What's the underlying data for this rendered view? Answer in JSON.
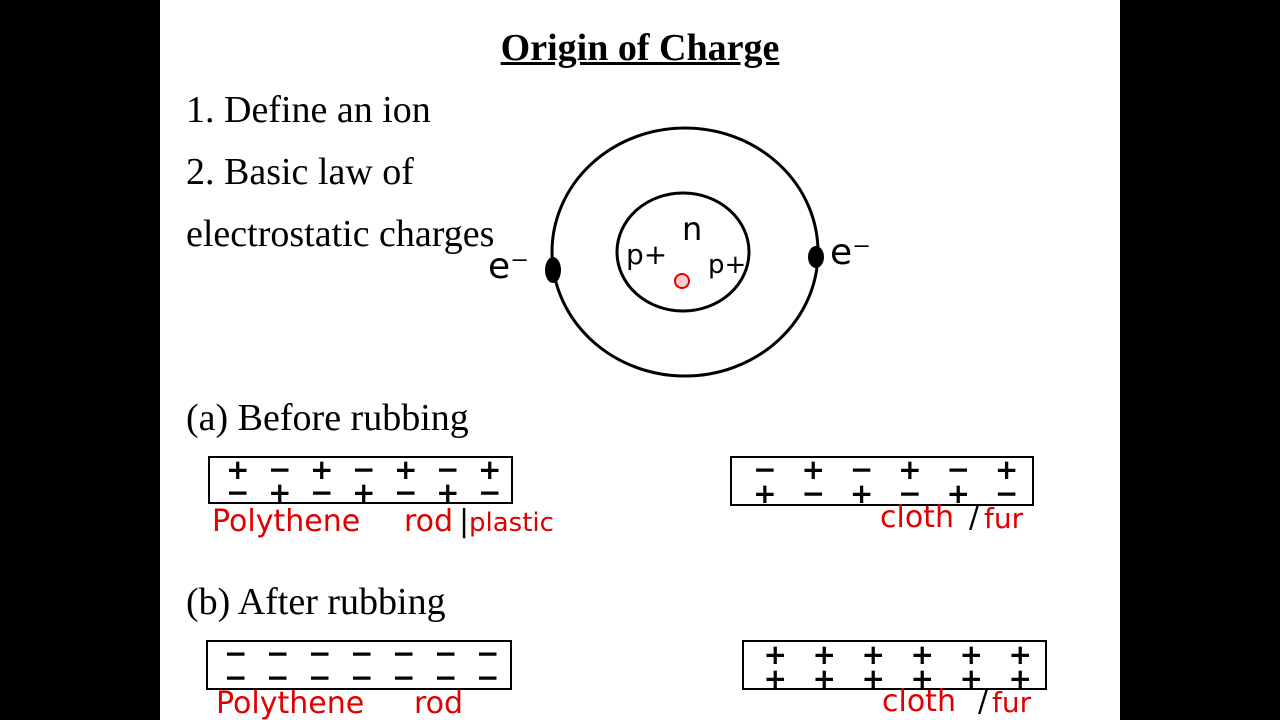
{
  "title": "Origin of Charge",
  "points": {
    "p1": "1. Define an ion",
    "p2": "2. Basic law of",
    "p3": "electrostatic charges"
  },
  "atom": {
    "left_electron": "e⁻",
    "right_electron": "e⁻",
    "neutron": "n",
    "proton_left": "p+",
    "proton_right": "p+"
  },
  "section_a": {
    "heading": "(a) Before rubbing",
    "rod_label": "Polythene",
    "rod_label2": "rod",
    "rod_divider": "|",
    "rod_label3": "plastic",
    "cloth_label": "cloth",
    "cloth_divider": "/",
    "cloth_label2": "fur",
    "rod_row1": [
      "+",
      "−",
      "+",
      "−",
      "+",
      "−",
      "+"
    ],
    "rod_row2": [
      "−",
      "+",
      "−",
      "+",
      "−",
      "+",
      "−"
    ],
    "cloth_row1": [
      "−",
      "+",
      "−",
      "+",
      "−",
      "+"
    ],
    "cloth_row2": [
      "+",
      "−",
      "+",
      "−",
      "+",
      "−"
    ]
  },
  "section_b": {
    "heading": "(b) After rubbing",
    "rod_label": "Polythene",
    "rod_label2": "rod",
    "cloth_label": "cloth",
    "cloth_divider": "/",
    "cloth_label2": "fur",
    "rod_row1": [
      "−",
      "−",
      "−",
      "−",
      "−",
      "−",
      "−"
    ],
    "rod_row2": [
      "−",
      "−",
      "−",
      "−",
      "−",
      "−",
      "−"
    ],
    "cloth_row1": [
      "+",
      "+",
      "+",
      "+",
      "+",
      "+"
    ],
    "cloth_row2": [
      "+",
      "+",
      "+",
      "+",
      "+",
      "+"
    ]
  },
  "colors": {
    "annotation": "#e00000",
    "ink": "#000000",
    "letterbox": "#000000"
  }
}
